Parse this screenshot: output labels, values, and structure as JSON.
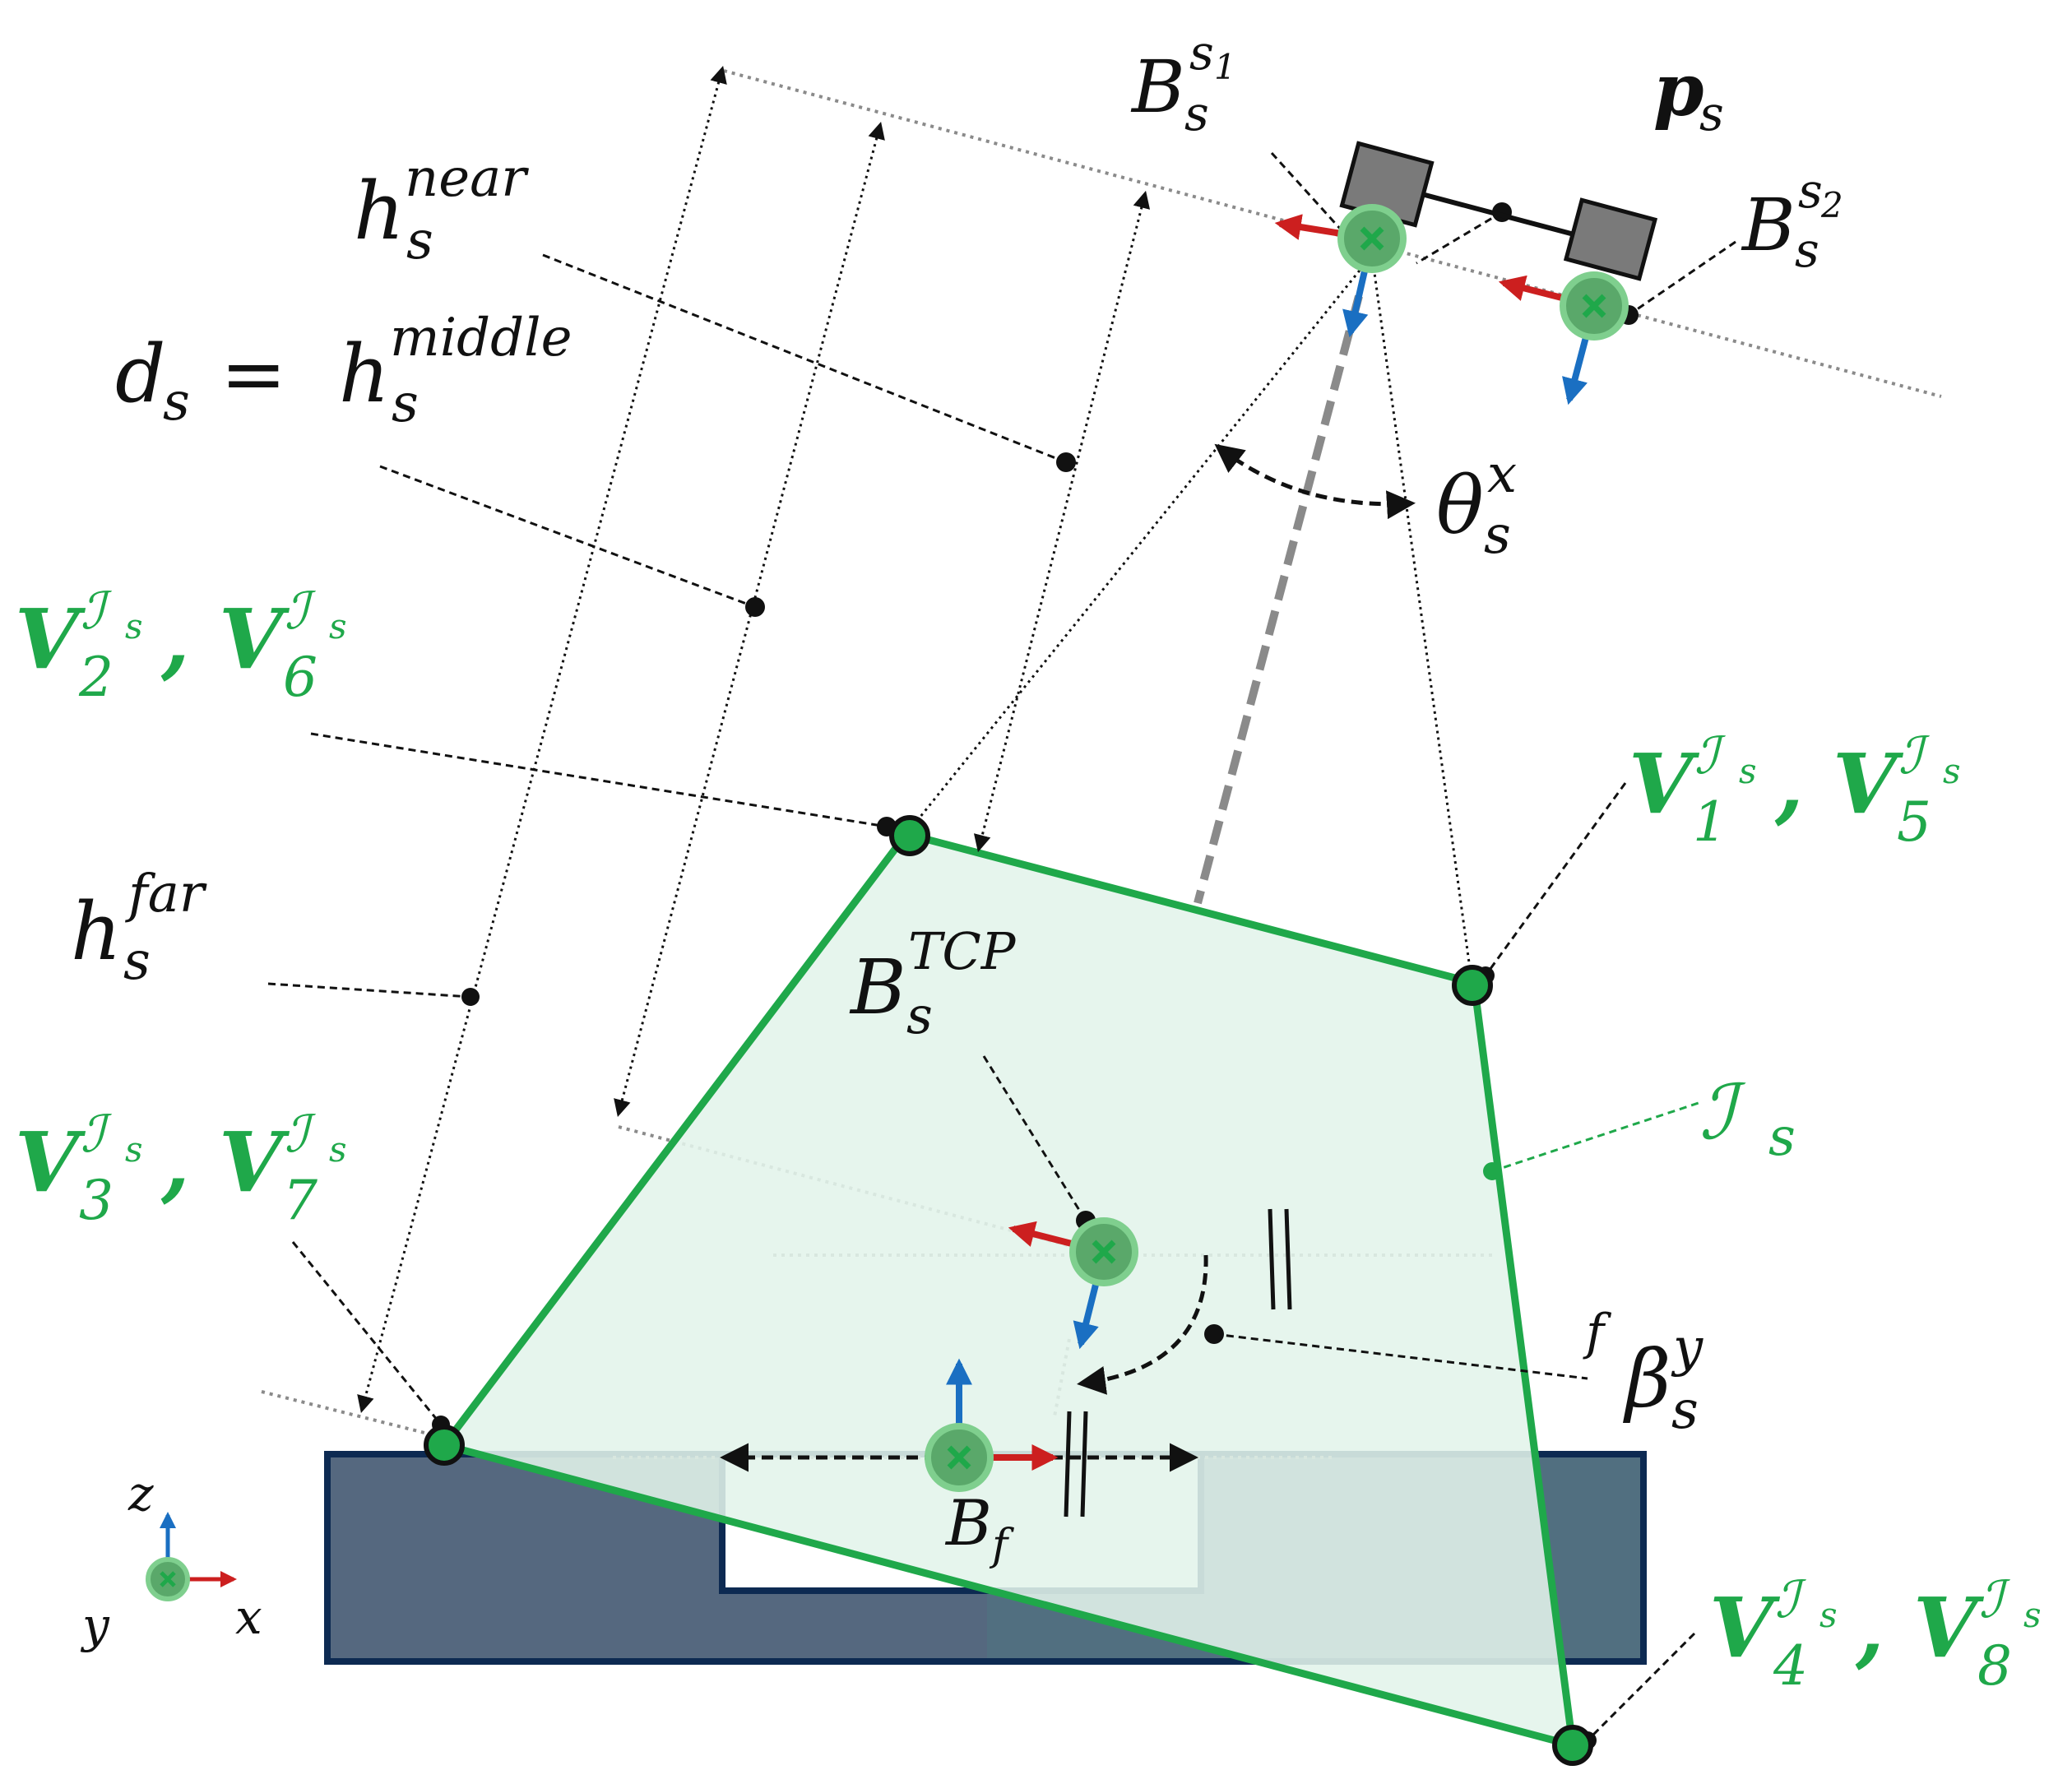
{
  "colors": {
    "green": "#1fa84a",
    "green_fill": "#e3f4ea",
    "part_fill_left": "#566882",
    "part_fill_right": "#4e7580",
    "part_stroke": "#0d2a52",
    "x_axis": "#cc1f1f",
    "y_axis": "#1a6fc2",
    "sensor_body": "#7a7a7a",
    "leader": "#111111",
    "guide": "#8a8a8a"
  },
  "labels": {
    "h_near": {
      "base": "h",
      "sub": "s",
      "sup": "near"
    },
    "d_eq_h_middle": {
      "lhs_base": "d",
      "lhs_sub": "s",
      "eq": "=",
      "base": "h",
      "sub": "s",
      "sup": "middle"
    },
    "h_far": {
      "base": "h",
      "sub": "s",
      "sup": "far"
    },
    "B_s1": {
      "base": "B",
      "sub": "s",
      "sup": "s",
      "supsub": "1"
    },
    "B_s2": {
      "base": "B",
      "sub": "s",
      "sup": "s",
      "supsub": "2"
    },
    "p_s": {
      "base": "p",
      "sub": "s"
    },
    "theta": {
      "base": "θ",
      "sub": "s",
      "sup": "x"
    },
    "B_tcp": {
      "base": "B",
      "sub": "s",
      "sup": "TCP"
    },
    "B_f": {
      "base": "B",
      "sub": "f"
    },
    "beta": {
      "pre": "f",
      "base": "β",
      "sub": "s",
      "sup": "y"
    },
    "I_s": {
      "base": "ℐ",
      "sub": "s"
    },
    "v26": {
      "a": "V",
      "a_sub": "2",
      "sep": ",",
      "b": "V",
      "b_sub": "6",
      "sup": "ℐ",
      "sup_sub": "s"
    },
    "v15": {
      "a": "V",
      "a_sub": "1",
      "sep": ",",
      "b": "V",
      "b_sub": "5",
      "sup": "ℐ",
      "sup_sub": "s"
    },
    "v37": {
      "a": "V",
      "a_sub": "3",
      "sep": ",",
      "b": "V",
      "b_sub": "7",
      "sup": "ℐ",
      "sup_sub": "s"
    },
    "v48": {
      "a": "V",
      "a_sub": "4",
      "sep": ",",
      "b": "V",
      "b_sub": "8",
      "sup": "ℐ",
      "sup_sub": "s"
    },
    "axes": {
      "z": "z",
      "y": "y",
      "x": "x"
    }
  }
}
